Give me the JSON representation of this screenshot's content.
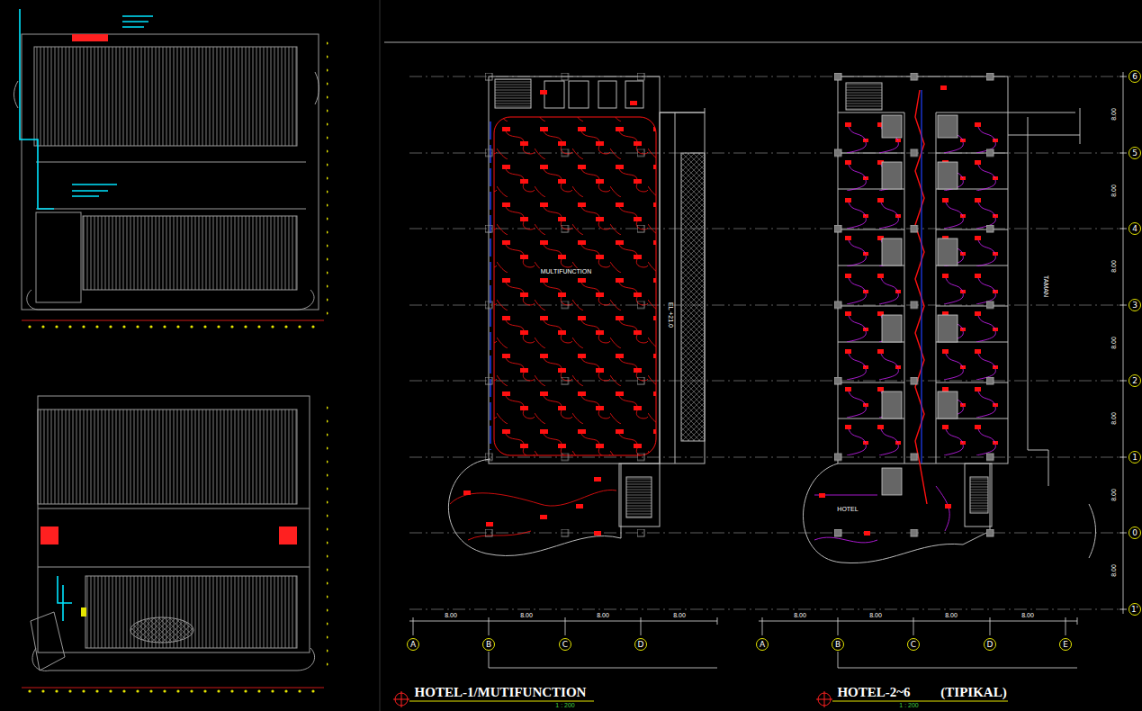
{
  "diagram": {
    "nodes": [
      {
        "text": [
          "A"
        ]
      },
      {
        "text": [
          "B"
        ]
      },
      {
        "text": [
          "C"
        ]
      },
      {
        "text": [
          "D"
        ]
      },
      {
        "text": [
          "A"
        ]
      },
      {
        "text": [
          "B"
        ]
      },
      {
        "text": [
          "C"
        ]
      },
      {
        "text": [
          "D"
        ]
      },
      {
        "text": [
          "E"
        ]
      },
      {
        "text": [
          "6"
        ]
      },
      {
        "text": [
          "5"
        ]
      },
      {
        "text": [
          "4"
        ]
      },
      {
        "text": [
          "3"
        ]
      },
      {
        "text": [
          "2"
        ]
      },
      {
        "text": [
          "1"
        ]
      },
      {
        "text": [
          "0"
        ]
      },
      {
        "text": [
          "1'"
        ]
      }
    ],
    "labels": [
      "HOTEL-1/MUTIFUNCTION",
      "1 : 200",
      "HOTEL-2~6",
      "(TIPIKAL)",
      "1 : 200",
      "MULTIFUNCTION",
      "EL +21.0",
      "HOTEL",
      "TAMAN",
      "8.00",
      "8.00",
      "8.00",
      "8.00",
      "8.00",
      "8.00",
      "8.00",
      "8.00",
      "8.00",
      "8.00",
      "8.00",
      "8.00",
      "8.00",
      "8.00",
      "8.00"
    ]
  }
}
